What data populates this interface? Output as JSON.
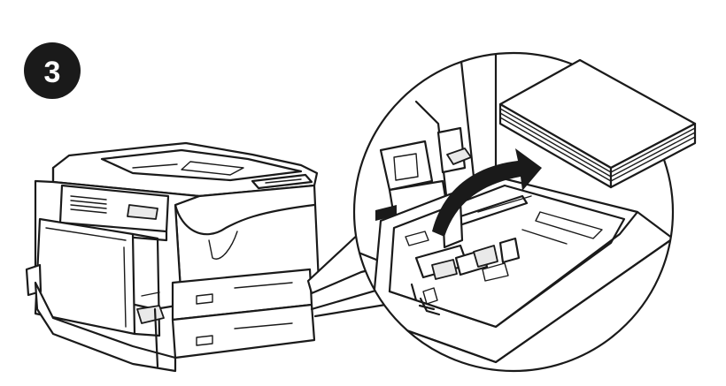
{
  "step_badge": {
    "number": "3",
    "color": "#1a1a1a",
    "text_color": "#ffffff"
  },
  "illustration": {
    "subject": "printer-with-paper-tray-open",
    "callout": "magnified-tray-view",
    "action_arrow": "curved-insert-arrow"
  }
}
